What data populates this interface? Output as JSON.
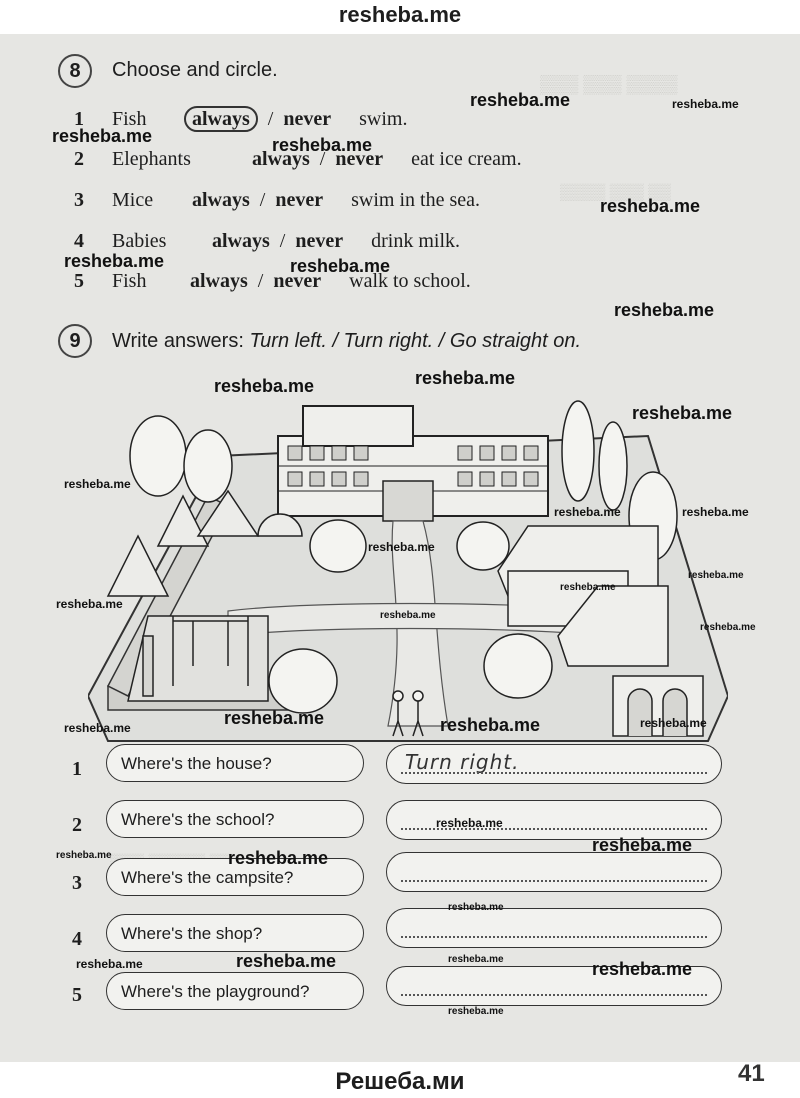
{
  "header": {
    "site": "resheba.me"
  },
  "footer": {
    "site": "Решеба.ми"
  },
  "exercise8": {
    "number": "8",
    "title": "Choose and circle.",
    "rows": [
      {
        "num": "1",
        "subject": "Fish",
        "opt1": "always",
        "sep": "/",
        "opt2": "never",
        "rest": "swim."
      },
      {
        "num": "2",
        "subject": "Elephants",
        "opt1": "always",
        "sep": "/",
        "opt2": "never",
        "rest": "eat ice cream."
      },
      {
        "num": "3",
        "subject": "Mice",
        "opt1": "always",
        "sep": "/",
        "opt2": "never",
        "rest": "swim in the sea."
      },
      {
        "num": "4",
        "subject": "Babies",
        "opt1": "always",
        "sep": "/",
        "opt2": "never",
        "rest": "drink milk."
      },
      {
        "num": "5",
        "subject": "Fish",
        "opt1": "always",
        "sep": "/",
        "opt2": "never",
        "rest": "walk to school."
      }
    ]
  },
  "exercise9": {
    "number": "9",
    "title": "Write answers:",
    "options": "Turn left. / Turn right. / Go straight on.",
    "questions": [
      {
        "num": "1",
        "text": "Where's the house?",
        "answer": "Turn right."
      },
      {
        "num": "2",
        "text": "Where's the school?",
        "answer": ""
      },
      {
        "num": "3",
        "text": "Where's the campsite?",
        "answer": ""
      },
      {
        "num": "4",
        "text": "Where's the shop?",
        "answer": ""
      },
      {
        "num": "5",
        "text": "Where's the playground?",
        "answer": ""
      }
    ]
  },
  "page_number": "41",
  "watermark": "resheba.me"
}
